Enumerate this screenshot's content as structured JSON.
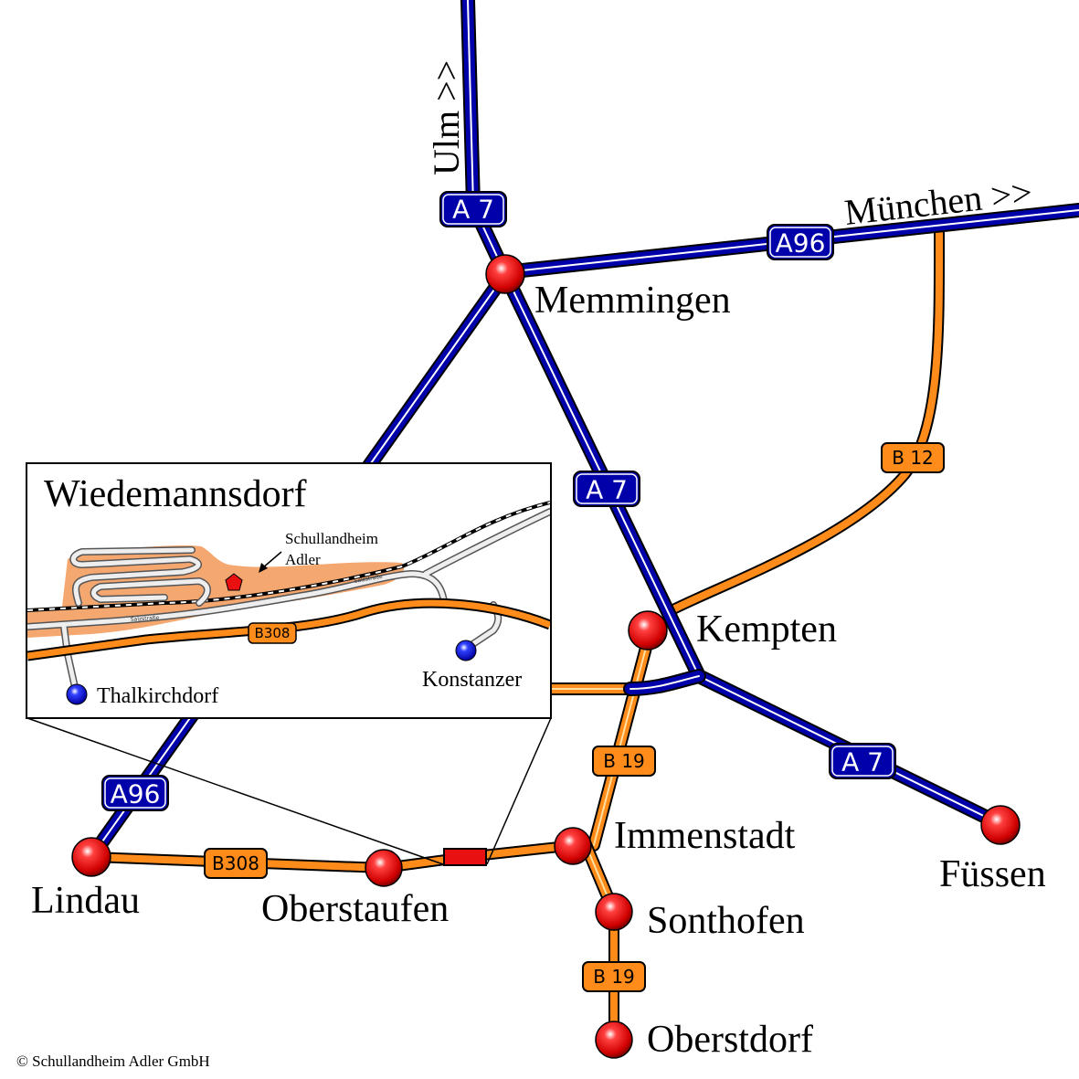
{
  "colors": {
    "autobahn": "#0000aa",
    "autobahn_line": "#ffffff",
    "bundesstrasse": "#ff8c1a",
    "city_marker": "#e81010",
    "village_marker": "#1010ff",
    "area": "#f5a770"
  },
  "roads": {
    "a7_north": "A 7",
    "a7_middle": "A 7",
    "a7_south": "A 7",
    "a96_east": "A96",
    "a96_west": "A96",
    "b12": "B 12",
    "b19_north": "B 19",
    "b19_south": "B 19",
    "b308": "B308"
  },
  "directions": {
    "ulm": "Ulm >>",
    "muenchen": "München >>"
  },
  "cities": {
    "memmingen": "Memmingen",
    "kempten": "Kempten",
    "fuessen": "Füssen",
    "immenstadt": "Immenstadt",
    "sonthofen": "Sonthofen",
    "oberstdorf": "Oberstdorf",
    "lindau": "Lindau",
    "oberstaufen": "Oberstaufen"
  },
  "inset": {
    "title": "Wiedemannsdorf",
    "school_line1": "Schullandheim",
    "school_line2": "Adler",
    "village_west": "Thalkirchdorf",
    "village_east": "Konstanzer",
    "road": "B308",
    "street1": "Salzstraße",
    "street2": "Salzstraße"
  },
  "copyright": "© Schullandheim Adler GmbH"
}
